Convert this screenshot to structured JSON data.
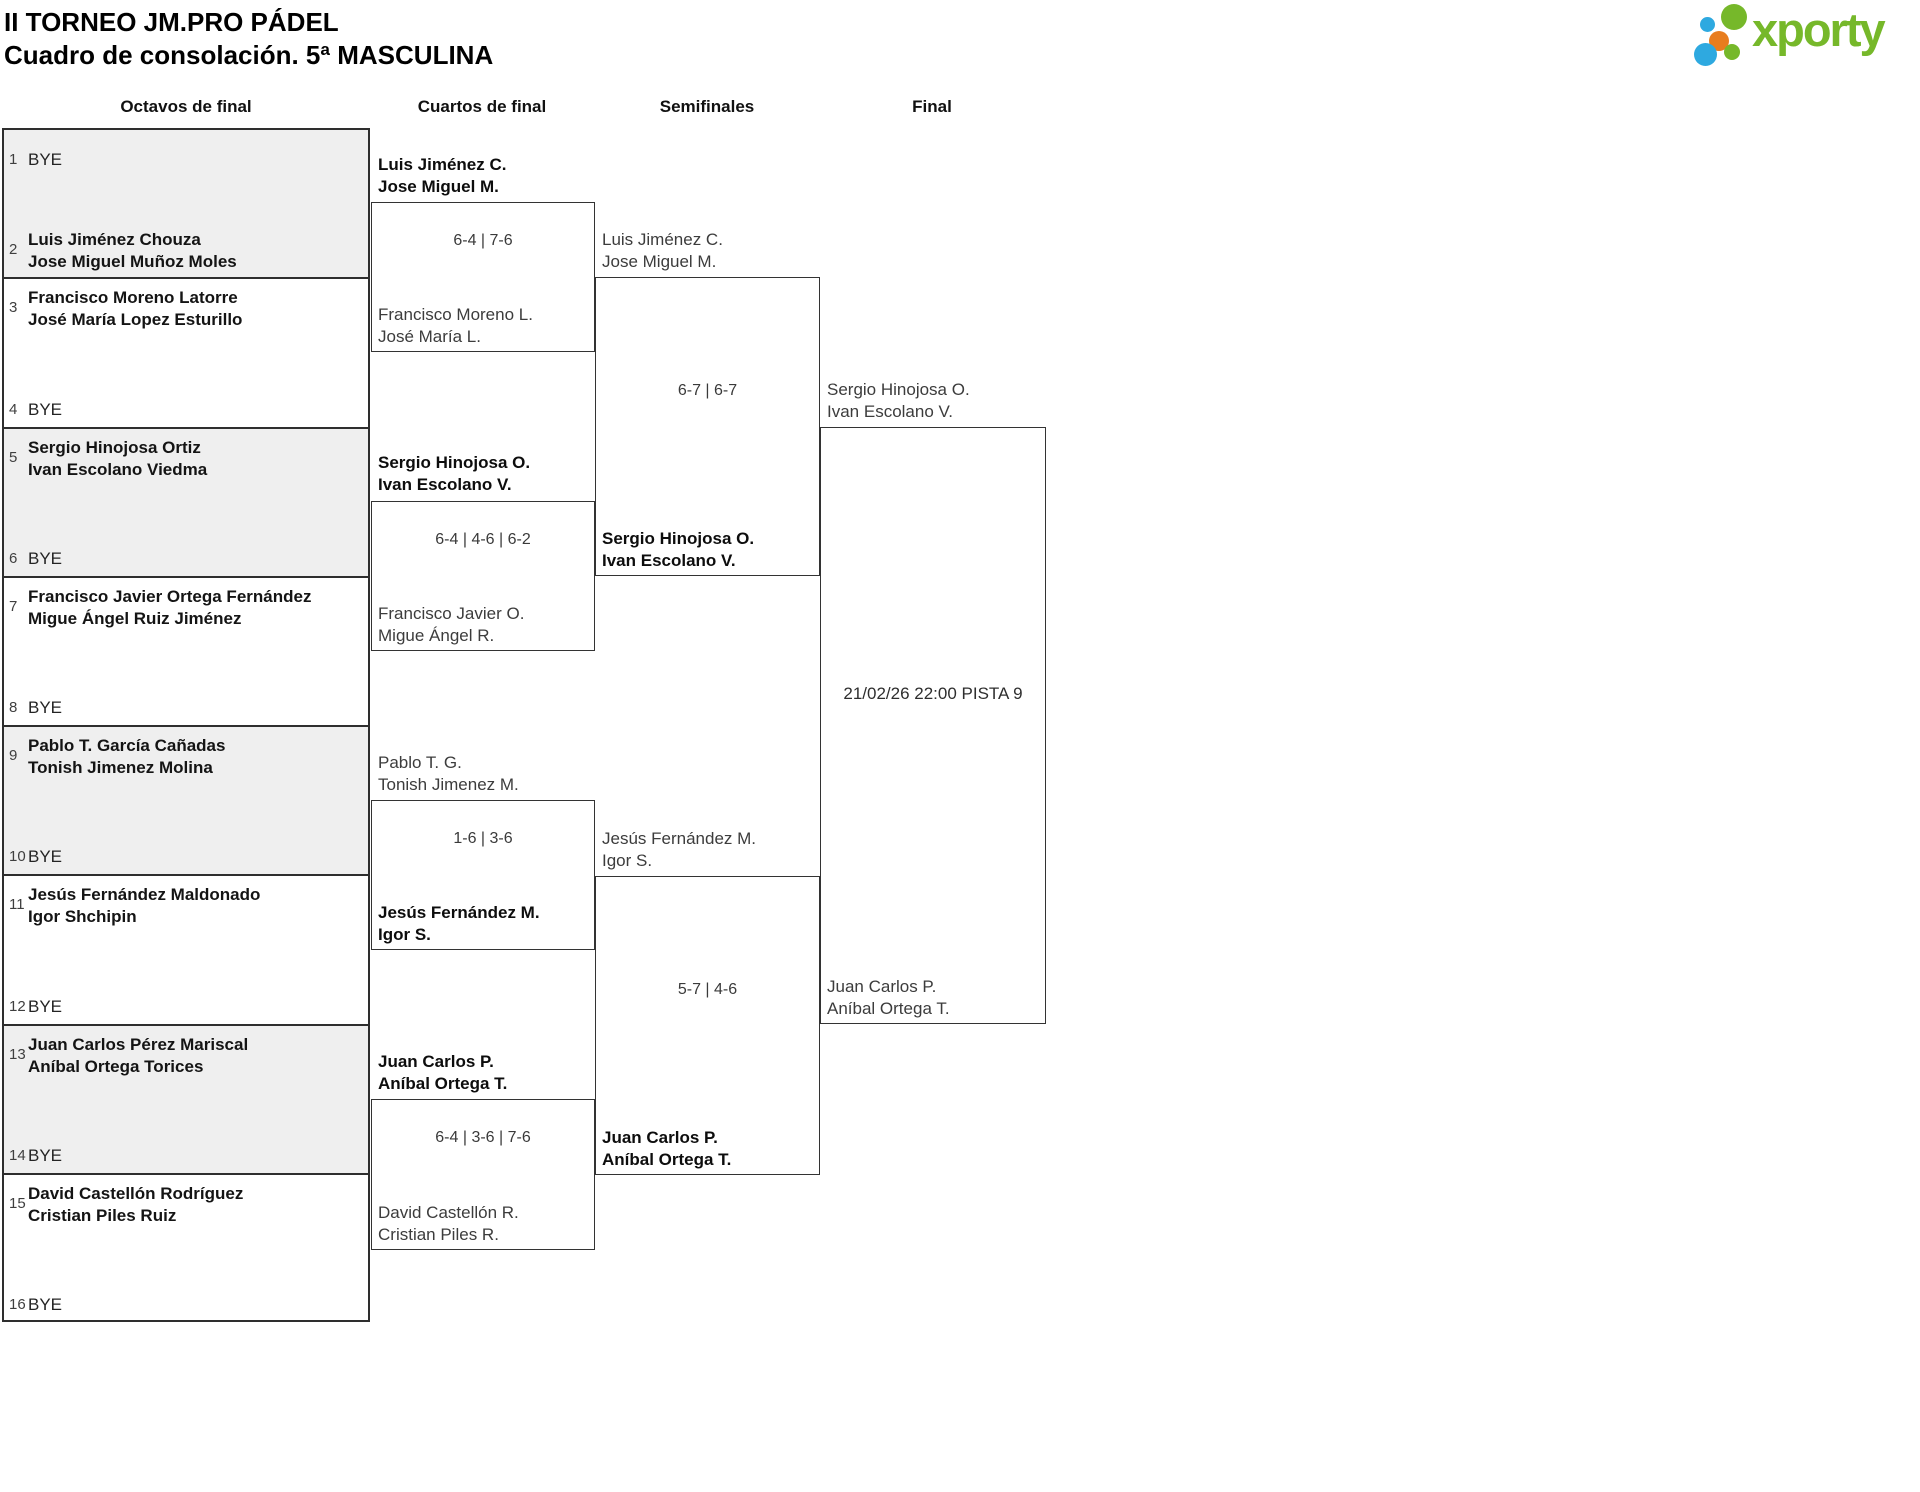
{
  "header": {
    "title_line1": "II TORNEO JM.PRO PÁDEL",
    "title_line2": "Cuadro de consolación. 5ª MASCULINA"
  },
  "logo": {
    "text": "xporty"
  },
  "colors": {
    "logo_green": "#76b82a",
    "logo_blue": "#2ea9e0",
    "logo_orange": "#e87d1e",
    "bye_row_fill": "#efefef",
    "line": "#2e2e2e"
  },
  "columns": [
    "Octavos de final",
    "Cuartos de final",
    "Semifinales",
    "Final"
  ],
  "round1": [
    {
      "seed": "1",
      "line1": "BYE"
    },
    {
      "seed": "2",
      "line1": "Luis Jiménez Chouza",
      "line2": "Jose Miguel Muñoz Moles"
    },
    {
      "seed": "3",
      "line1": "Francisco Moreno Latorre",
      "line2": "José María Lopez Esturillo"
    },
    {
      "seed": "4",
      "line1": "BYE"
    },
    {
      "seed": "5",
      "line1": "Sergio Hinojosa Ortiz",
      "line2": "Ivan Escolano Viedma"
    },
    {
      "seed": "6",
      "line1": "BYE"
    },
    {
      "seed": "7",
      "line1": "Francisco Javier Ortega Fernández",
      "line2": "Migue Ángel Ruiz Jiménez"
    },
    {
      "seed": "8",
      "line1": "BYE"
    },
    {
      "seed": "9",
      "line1": "Pablo T. García Cañadas",
      "line2": "Tonish Jimenez Molina"
    },
    {
      "seed": "10",
      "line1": "BYE"
    },
    {
      "seed": "11",
      "line1": "Jesús Fernández Maldonado",
      "line2": "Igor Shchipin"
    },
    {
      "seed": "12",
      "line1": "BYE"
    },
    {
      "seed": "13",
      "line1": "Juan Carlos Pérez Mariscal",
      "line2": "Aníbal Ortega Torices"
    },
    {
      "seed": "14",
      "line1": "BYE"
    },
    {
      "seed": "15",
      "line1": "David Castellón Rodríguez",
      "line2": "Cristian Piles Ruiz"
    },
    {
      "seed": "16",
      "line1": "BYE"
    }
  ],
  "quarterfinals": [
    {
      "top": {
        "line1": "Luis Jiménez C.",
        "line2": "Jose Miguel M."
      },
      "score": "6-4 | 7-6",
      "bottom": {
        "line1": "Francisco Moreno L.",
        "line2": "José María L."
      }
    },
    {
      "top": {
        "line1": "Sergio Hinojosa O.",
        "line2": "Ivan Escolano V."
      },
      "score": "6-4 | 4-6 | 6-2",
      "bottom": {
        "line1": "Francisco Javier O.",
        "line2": "Migue Ángel R."
      }
    },
    {
      "top": {
        "line1": "Pablo T. G.",
        "line2": "Tonish Jimenez M."
      },
      "score": "1-6 | 3-6",
      "bottom": {
        "line1": "Jesús Fernández M.",
        "line2": "Igor S."
      }
    },
    {
      "top": {
        "line1": "Juan Carlos P.",
        "line2": "Aníbal Ortega T."
      },
      "score": "6-4 | 3-6 | 7-6",
      "bottom": {
        "line1": "David Castellón R.",
        "line2": "Cristian Piles R."
      }
    }
  ],
  "semifinals": [
    {
      "top": {
        "line1": "Luis Jiménez C.",
        "line2": "Jose Miguel M."
      },
      "score": "6-7 | 6-7",
      "bottom": {
        "line1": "Sergio Hinojosa O.",
        "line2": "Ivan Escolano V."
      }
    },
    {
      "top": {
        "line1": "Jesús Fernández M.",
        "line2": "Igor S."
      },
      "score": "5-7 | 4-6",
      "bottom": {
        "line1": "Juan Carlos P.",
        "line2": "Aníbal Ortega T."
      }
    }
  ],
  "final": {
    "top": {
      "line1": "Sergio Hinojosa O.",
      "line2": "Ivan Escolano V."
    },
    "schedule": "21/02/26 22:00 PISTA 9",
    "bottom": {
      "line1": "Juan Carlos P.",
      "line2": "Aníbal Ortega T."
    }
  }
}
